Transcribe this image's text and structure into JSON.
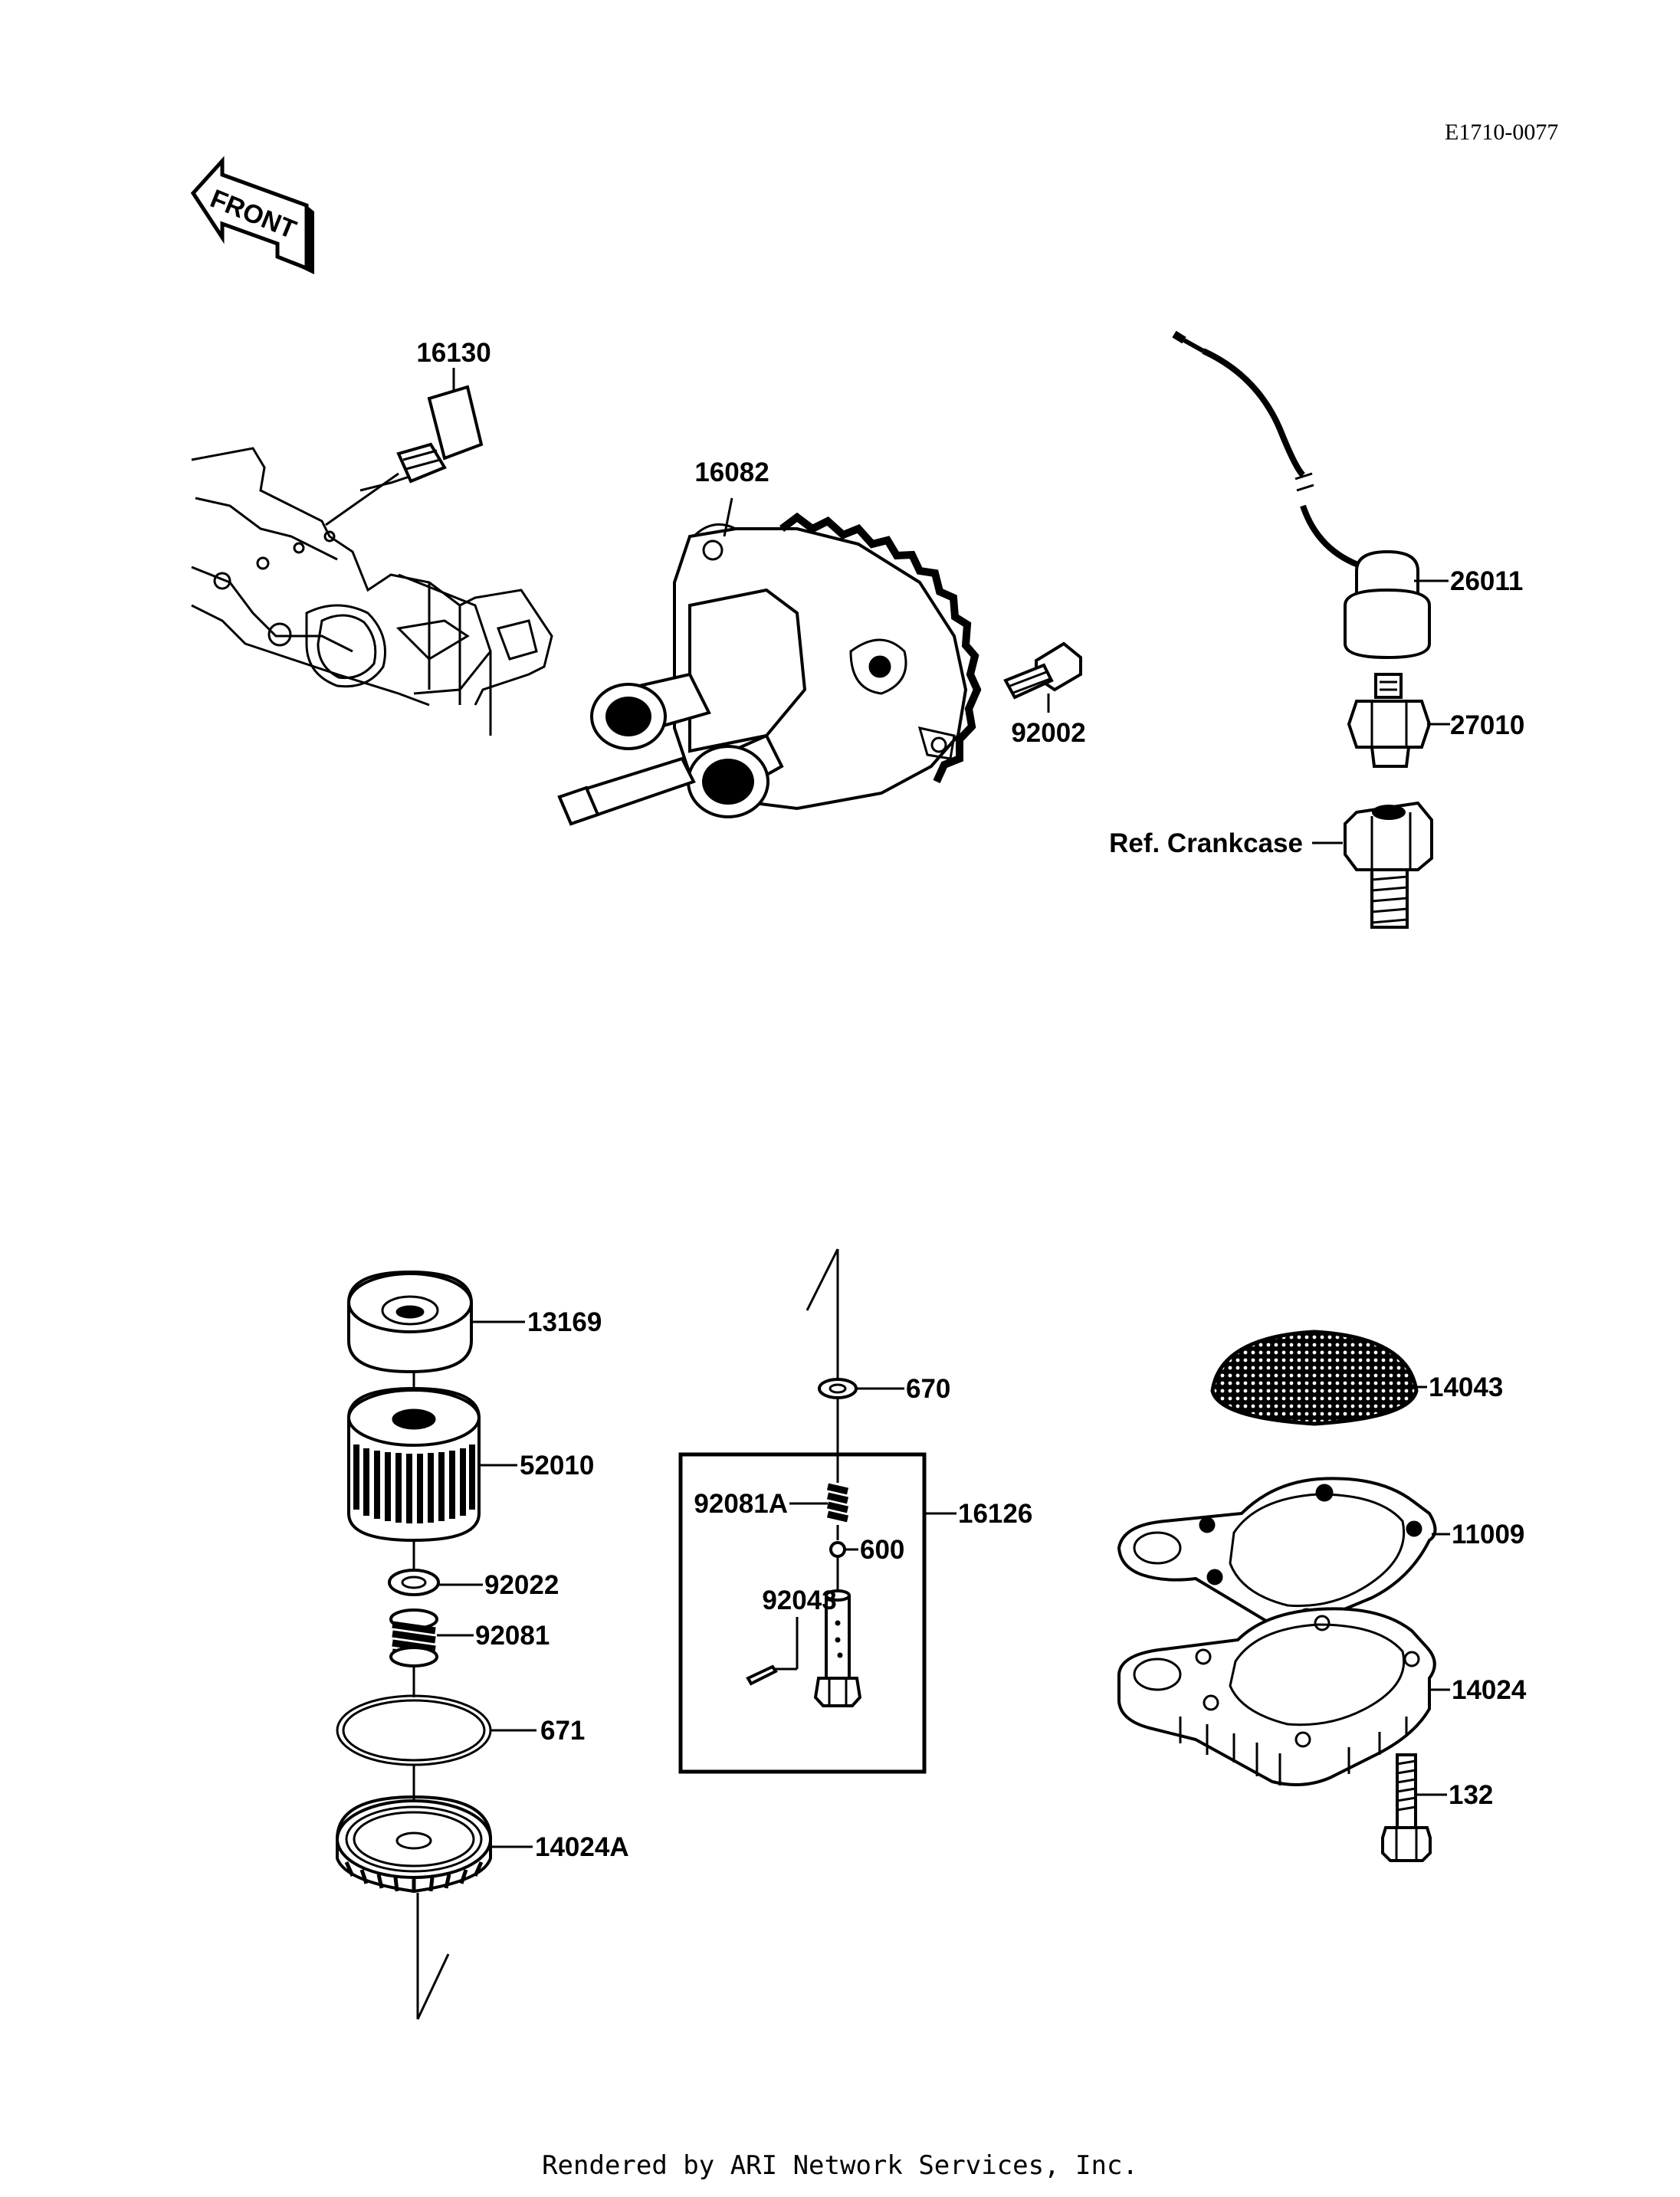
{
  "document": {
    "ref_code": "E1710-0077",
    "front_label": "FRONT",
    "footer": "Rendered by ARI Network Services, Inc."
  },
  "callouts": [
    {
      "id": "16130"
    },
    {
      "id": "16082"
    },
    {
      "id": "92002"
    },
    {
      "id": "26011"
    },
    {
      "id": "27010"
    },
    {
      "id": "ref",
      "text": "Ref. Crankcase"
    },
    {
      "id": "13169"
    },
    {
      "id": "52010"
    },
    {
      "id": "92022"
    },
    {
      "id": "92081"
    },
    {
      "id": "671"
    },
    {
      "id": "14024A"
    },
    {
      "id": "670"
    },
    {
      "id": "92081A"
    },
    {
      "id": "16126"
    },
    {
      "id": "600"
    },
    {
      "id": "92043"
    },
    {
      "id": "14043"
    },
    {
      "id": "11009"
    },
    {
      "id": "14024"
    },
    {
      "id": "132"
    }
  ]
}
